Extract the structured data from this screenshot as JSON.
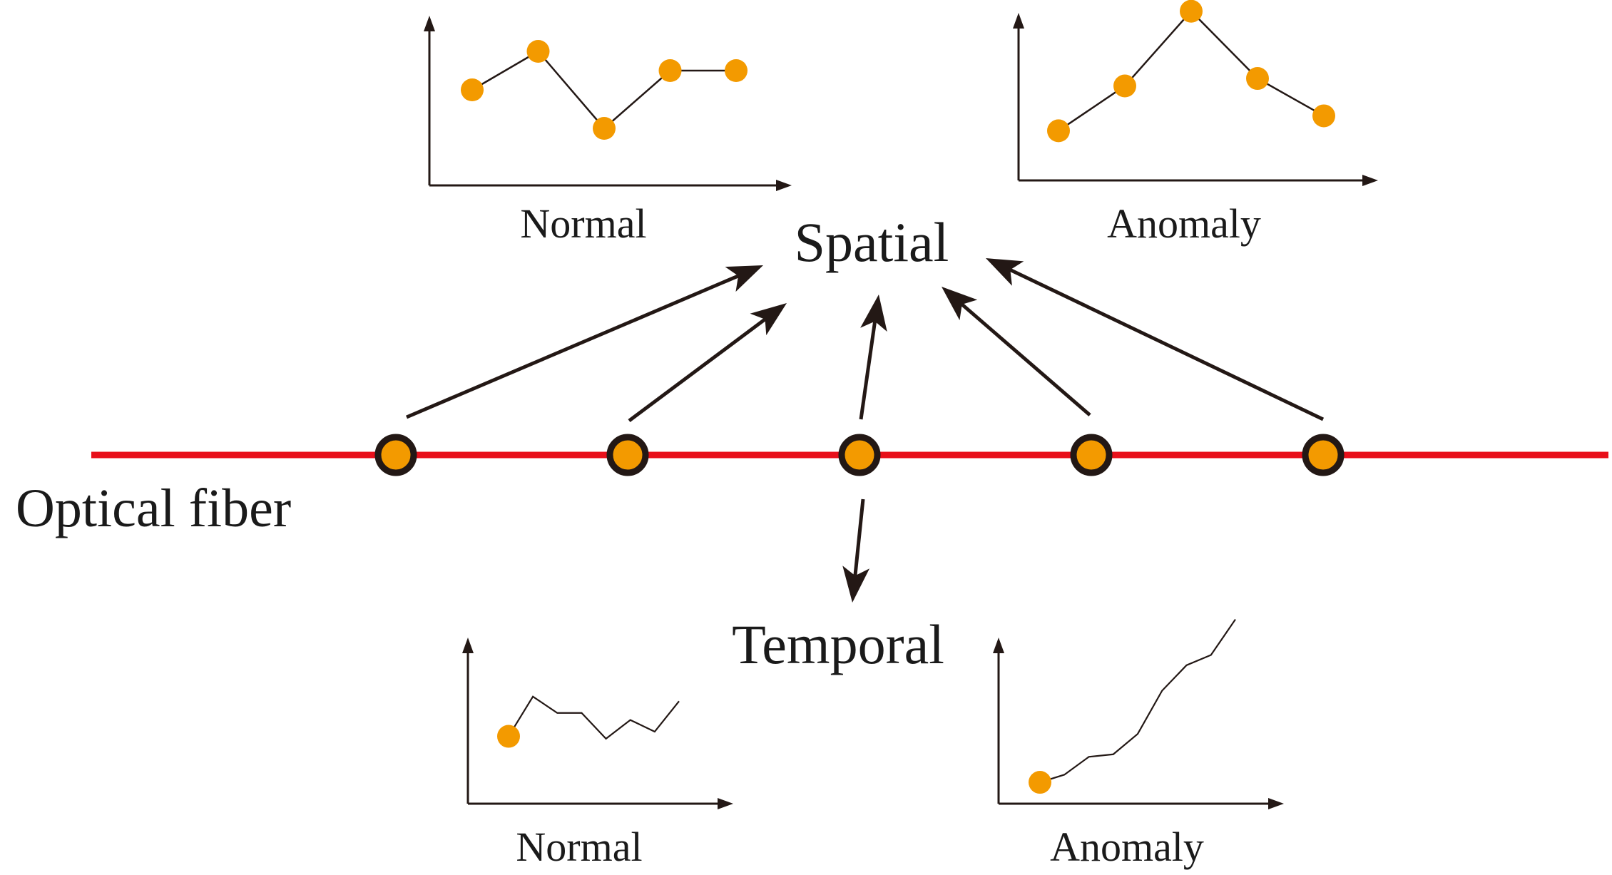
{
  "labels": {
    "spatial": "Spatial",
    "temporal": "Temporal",
    "optical_fiber": "Optical fiber",
    "spatial_normal": "Normal",
    "spatial_anomaly": "Anomaly",
    "temporal_normal": "Normal",
    "temporal_anomaly": "Anomaly"
  },
  "colors": {
    "fiber": "#e8101a",
    "sensor_fill": "#f39a00",
    "sensor_ring": "#231815",
    "point": "#f39a00",
    "ink": "#231815"
  },
  "fiber": {
    "sensor_count": 5
  },
  "mini_charts": {
    "spatial_normal": {
      "values": [
        0.58,
        0.76,
        0.4,
        0.67,
        0.67
      ],
      "points_marked": "all"
    },
    "spatial_anomaly": {
      "values": [
        0.3,
        0.54,
        0.94,
        0.58,
        0.38
      ],
      "points_marked": "all"
    },
    "temporal_normal": {
      "values": [
        0.48,
        0.65,
        0.58,
        0.58,
        0.47,
        0.55,
        0.5,
        0.63
      ],
      "points_marked": "first"
    },
    "temporal_anomaly": {
      "values": [
        0.28,
        0.31,
        0.38,
        0.39,
        0.47,
        0.64,
        0.74,
        0.78,
        0.92
      ],
      "points_marked": "first"
    }
  }
}
